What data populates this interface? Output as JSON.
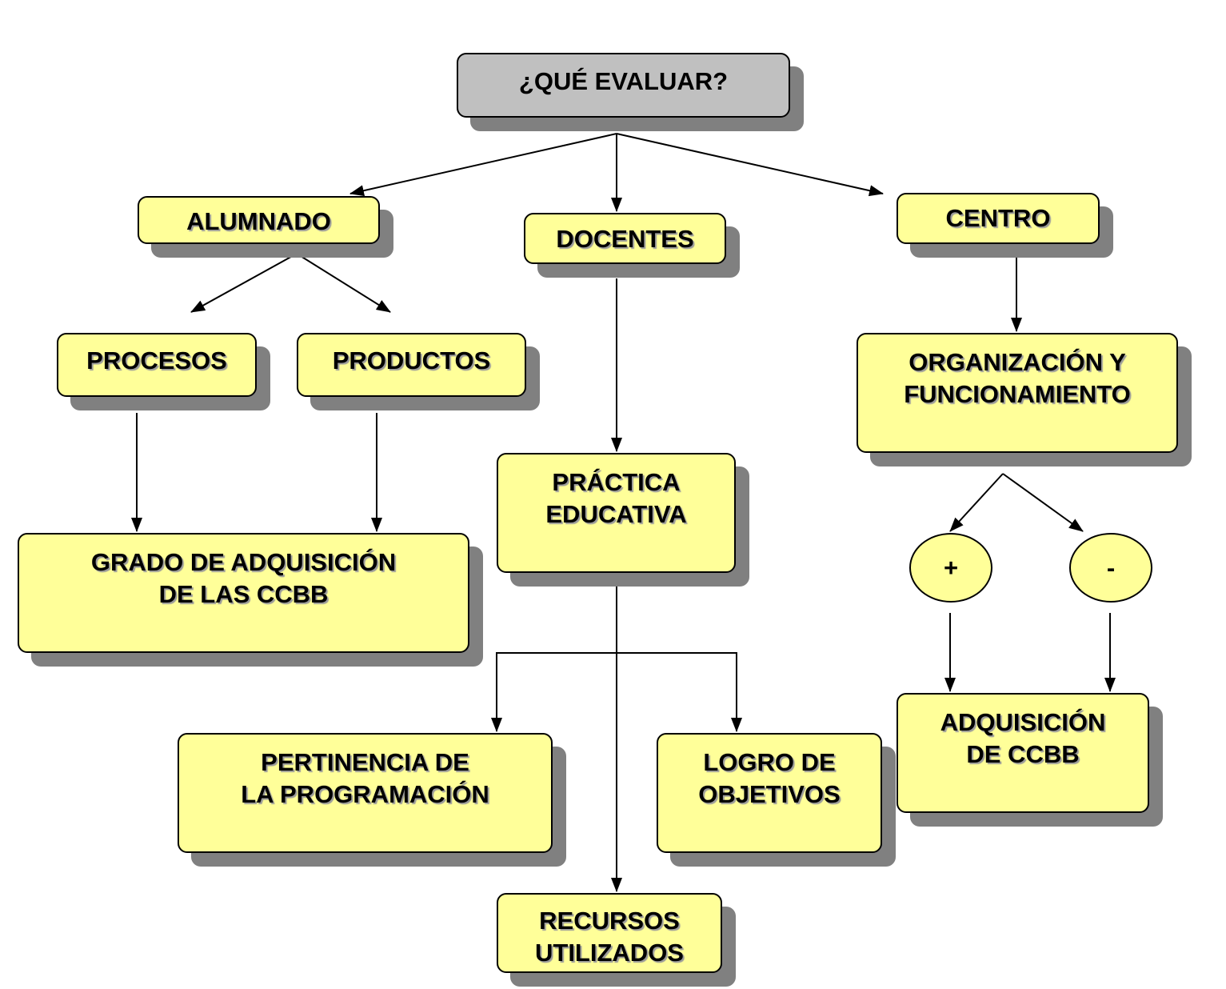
{
  "title": "¿QUÉ EVALUAR?",
  "nodes": {
    "alumnado": "ALUMNADO",
    "docentes": "DOCENTES",
    "centro": "CENTRO",
    "procesos": "PROCESOS",
    "productos": "PRODUCTOS",
    "organizacion": "ORGANIZACIÓN Y\nFUNCIONAMIENTO",
    "practica": "PRÁCTICA\nEDUCATIVA",
    "grado": "GRADO DE ADQUISICIÓN\nDE LAS CCBB",
    "plus": "+",
    "minus": "-",
    "adquisicion": "ADQUISICIÓN\nDE CCBB",
    "pertinencia": "PERTINENCIA DE\nLA PROGRAMACIÓN",
    "logro": "LOGRO DE\nOBJETIVOS",
    "recursos": "RECURSOS\nUTILIZADOS"
  },
  "colors": {
    "box": "#ffff99",
    "title_box": "#c0c0c0",
    "shadow": "#808080"
  }
}
